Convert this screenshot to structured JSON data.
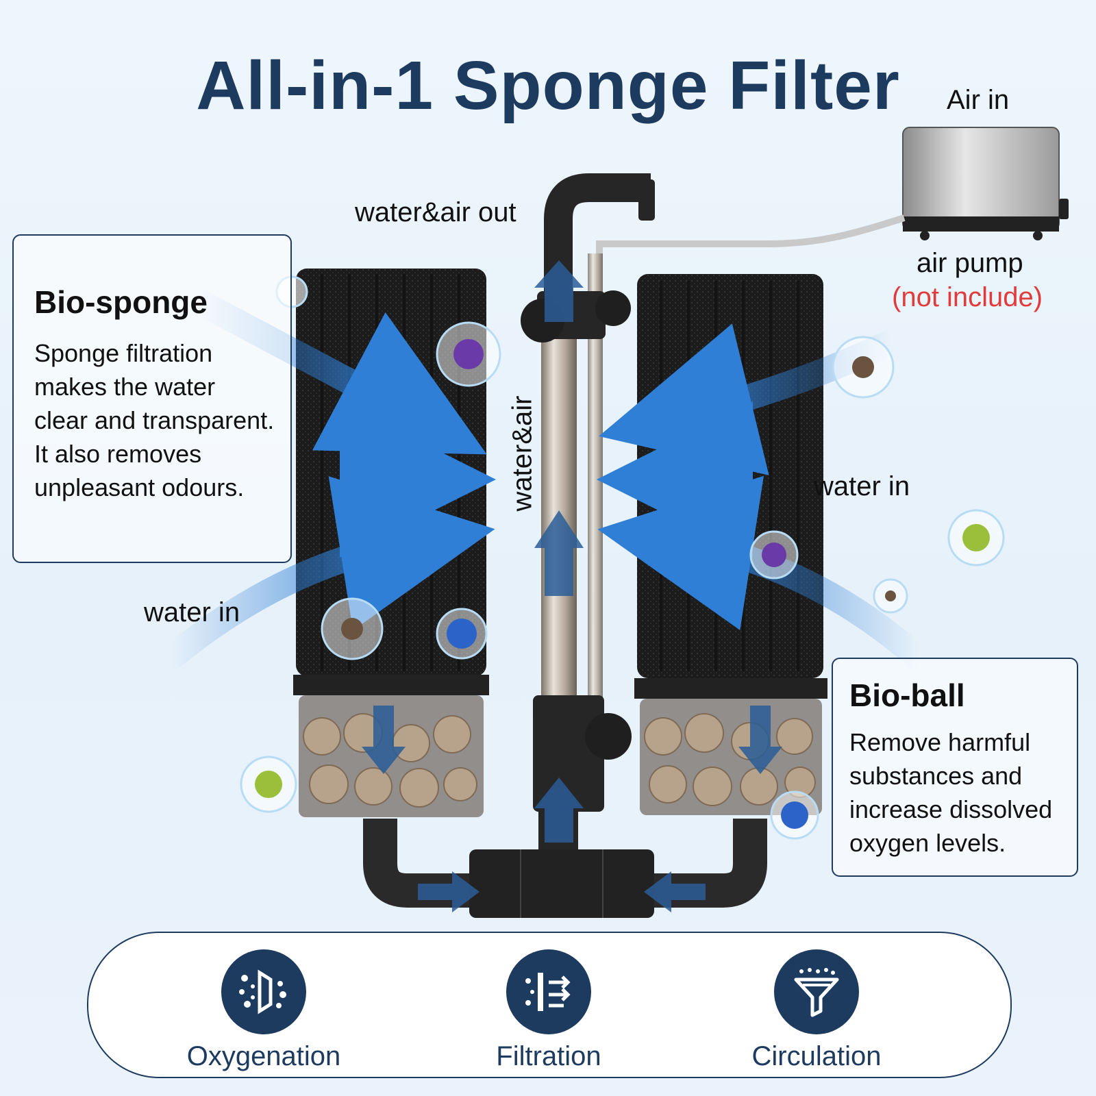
{
  "title": "All-in-1 Sponge Filter",
  "labels": {
    "air_in": "Air in",
    "water_air_out": "water&air out",
    "water_air": "water&air",
    "air_pump": "air pump",
    "not_include": "(not include)",
    "water_in_left": "water in",
    "water_in_right": "water in"
  },
  "bio_sponge": {
    "title": "Bio-sponge",
    "lines": [
      "Sponge filtration",
      "makes the water",
      "clear and transparent.",
      "It also removes",
      "unpleasant odours."
    ]
  },
  "bio_ball": {
    "title": "Bio-ball",
    "lines": [
      "Remove harmful",
      "substances and",
      "increase dissolved",
      "oxygen levels."
    ]
  },
  "features": [
    {
      "name": "Oxygenation",
      "icon": "oxygenation-icon"
    },
    {
      "name": "Filtration",
      "icon": "filtration-icon"
    },
    {
      "name": "Circulation",
      "icon": "circulation-icon"
    }
  ],
  "colors": {
    "brand_navy": "#1d3a5f",
    "accent_red": "#e23b3b",
    "flow_blue": "#2f7fd6",
    "sponge_black": "#1c1c1c"
  }
}
